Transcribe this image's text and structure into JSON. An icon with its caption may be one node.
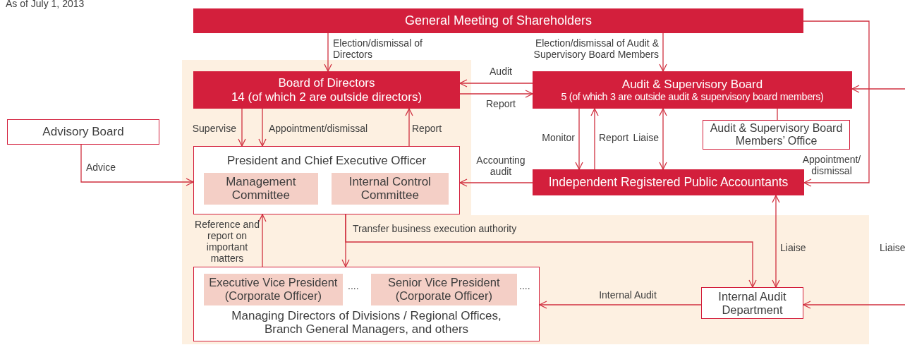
{
  "diagram": {
    "nodes": [
      {
        "text": [
          "General Meeting of Shareholders"
        ]
      },
      {
        "text": [
          "Board of Directors",
          "14 (of which 2 are outside directors)"
        ]
      },
      {
        "text": [
          "Audit & Supervisory Board",
          "5 (of which 3 are outside audit & supervisory board members)"
        ]
      },
      {
        "text": [
          "Advisory Board"
        ]
      },
      {
        "text": [
          "President and Chief Executive Officer"
        ]
      },
      {
        "text": [
          "Management Committee"
        ],
        "in": 4
      },
      {
        "text": [
          "Internal Control Committee"
        ],
        "in": 4
      },
      {
        "text": [
          "Audit & Supervisory Board Members’ Office"
        ]
      },
      {
        "text": [
          "Independent Registered Public Accountants"
        ]
      },
      {
        "text": [
          "Managing Directors of Divisions / Regional Offices, Branch General Managers, and others"
        ]
      },
      {
        "text": [
          "Executive Vice President (Corporate Officer)"
        ],
        "in": 9
      },
      {
        "text": [
          "Senior Vice President (Corporate Officer)"
        ],
        "in": 9
      },
      {
        "text": [
          "Internal Audit Department"
        ]
      }
    ],
    "edges": [
      {
        "from": 0,
        "to": 1,
        "arrow": "to",
        "label": "Election/dismissal of Directors"
      },
      {
        "from": 0,
        "to": 2,
        "arrow": "to",
        "label": "Election/dismissal of Audit & Supervisory Board Members"
      },
      {
        "from": 2,
        "to": 1,
        "arrow": "to",
        "label": "Audit"
      },
      {
        "from": 1,
        "to": 2,
        "arrow": "to",
        "label": "Report"
      },
      {
        "from": 1,
        "to": 4,
        "arrow": "to",
        "label": "Supervise"
      },
      {
        "from": 1,
        "to": 4,
        "arrow": "to",
        "label": "Appointment/dismissal"
      },
      {
        "from": 4,
        "to": 1,
        "arrow": "to",
        "label": "Report"
      },
      {
        "from": 3,
        "to": 4,
        "arrow": "to",
        "label": "Advice"
      },
      {
        "from": 2,
        "to": 8,
        "arrow": "to",
        "label": "Monitor"
      },
      {
        "from": 8,
        "to": 2,
        "arrow": "to",
        "label": "Report"
      },
      {
        "from": 2,
        "to": 8,
        "arrow": "both",
        "label": "Liaise"
      },
      {
        "from": 2,
        "to": 7,
        "arrow": "none"
      },
      {
        "from": 8,
        "to": 4,
        "arrow": "to",
        "label": "Accounting audit"
      },
      {
        "from": 0,
        "to": 8,
        "arrow": "to",
        "label": "Appointment/ dismissal"
      },
      {
        "from": null,
        "to": 2,
        "arrow": "to"
      },
      {
        "from": 4,
        "to": 9,
        "arrow": "to",
        "label": "Transfer business execution authority"
      },
      {
        "from": 4,
        "to": 12,
        "arrow": "to"
      },
      {
        "from": 9,
        "to": 4,
        "arrow": "to",
        "label": "Reference and report on important matters"
      },
      {
        "from": 12,
        "to": 8,
        "arrow": "both",
        "label": "Liaise"
      },
      {
        "from": 12,
        "to": 9,
        "arrow": "to",
        "label": "Internal Audit"
      },
      {
        "from": null,
        "to": 12,
        "arrow": "to"
      }
    ],
    "labels": [
      "As of July 1, 2013",
      "....",
      "....",
      "Liaise"
    ]
  }
}
